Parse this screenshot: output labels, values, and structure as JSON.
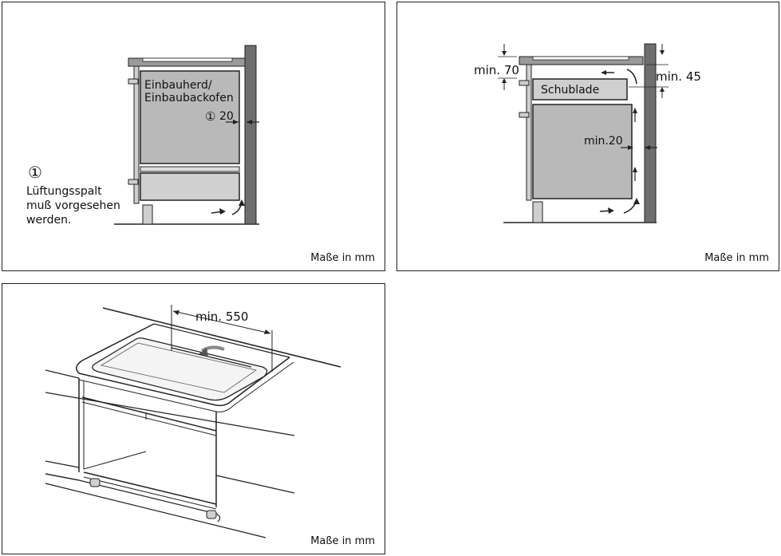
{
  "panel1": {
    "appliance_label_line1": "Einbauherd/",
    "appliance_label_line2": "Einbaubackofen",
    "marker": "①",
    "gap_value": "20",
    "note_marker": "①",
    "note_line1": "Lüftungsspalt",
    "note_line2": "muß vorgesehen",
    "note_line3": "werden.",
    "unit": "Maße in mm"
  },
  "panel2": {
    "min_top": "min. 70",
    "min_right": "min. 45",
    "drawer_label": "Schublade",
    "min_side": "min.20",
    "unit": "Maße in mm"
  },
  "panel3": {
    "min_depth": "min. 550",
    "unit": "Maße in mm"
  },
  "colors": {
    "appliance_fill": "#b9b9b9",
    "wall_fill": "#6e6e6e",
    "outline": "#222222"
  }
}
